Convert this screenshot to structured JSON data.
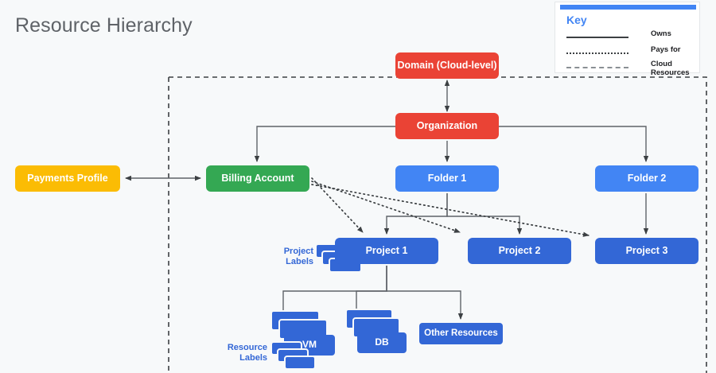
{
  "page": {
    "title": "Resource Hierarchy",
    "background_color": "#F7F9FA"
  },
  "colors": {
    "red": "#EA4335",
    "green": "#34A853",
    "yellow": "#FBBC04",
    "light_blue": "#4285F4",
    "dark_blue": "#3367D6",
    "edge": "#5F6368",
    "title_text": "#5F6368"
  },
  "legend": {
    "title": "Key",
    "items": [
      {
        "style": "solid",
        "label": "Owns"
      },
      {
        "style": "dotted",
        "label": "Pays for"
      },
      {
        "style": "dashed",
        "label": "Cloud Resources"
      }
    ]
  },
  "nodes": {
    "domain": {
      "label": "Domain (Cloud-level)",
      "color": "red"
    },
    "organization": {
      "label": "Organization",
      "color": "red"
    },
    "billing_account": {
      "label": "Billing Account",
      "color": "green"
    },
    "payments_profile": {
      "label": "Payments Profile",
      "color": "yellow"
    },
    "folder1": {
      "label": "Folder 1",
      "color": "light_blue"
    },
    "folder2": {
      "label": "Folder 2",
      "color": "light_blue"
    },
    "project1": {
      "label": "Project 1",
      "color": "dark_blue"
    },
    "project2": {
      "label": "Project 2",
      "color": "dark_blue"
    },
    "project3": {
      "label": "Project 3",
      "color": "dark_blue"
    },
    "other_resources": {
      "label": "Other Resources",
      "color": "dark_blue"
    },
    "vm": {
      "label": "VM",
      "color": "dark_blue"
    },
    "db": {
      "label": "DB",
      "color": "dark_blue"
    }
  },
  "annotations": {
    "project_labels": "Project\nLabels",
    "project_labels_line1": "Project",
    "project_labels_line2": "Labels",
    "resource_labels_line1": "Resource",
    "resource_labels_line2": "Labels"
  },
  "edges": [
    {
      "from": "domain",
      "to": "organization",
      "type": "owns",
      "bidirectional": true
    },
    {
      "from": "organization",
      "to": "billing_account",
      "type": "owns"
    },
    {
      "from": "organization",
      "to": "folder1",
      "type": "owns"
    },
    {
      "from": "organization",
      "to": "folder2",
      "type": "owns"
    },
    {
      "from": "payments_profile",
      "to": "billing_account",
      "type": "owns",
      "bidirectional": true
    },
    {
      "from": "billing_account",
      "to": "project1",
      "type": "pays_for"
    },
    {
      "from": "billing_account",
      "to": "project2",
      "type": "pays_for"
    },
    {
      "from": "billing_account",
      "to": "project3",
      "type": "pays_for"
    },
    {
      "from": "folder1",
      "to": "project1",
      "type": "owns"
    },
    {
      "from": "folder1",
      "to": "project2",
      "type": "owns"
    },
    {
      "from": "folder2",
      "to": "project3",
      "type": "owns"
    },
    {
      "from": "project1",
      "to": "vm",
      "type": "owns"
    },
    {
      "from": "project1",
      "to": "db",
      "type": "owns"
    },
    {
      "from": "project1",
      "to": "other_resources",
      "type": "owns"
    }
  ],
  "cloud_boundary": {
    "style": "dashed",
    "label": "Cloud Resources"
  }
}
